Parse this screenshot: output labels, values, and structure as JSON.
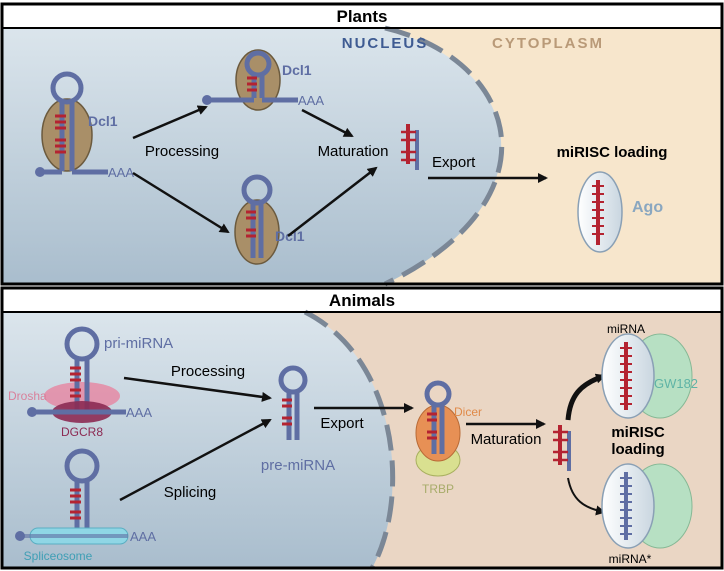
{
  "plants": {
    "title": "Plants",
    "nucleus": "NUCLEUS",
    "cytoplasm": "CYTOPLASM",
    "dcl1": "Dcl1",
    "poly_a": "AAA",
    "processing": "Processing",
    "maturation": "Maturation",
    "export": "Export",
    "mirisc_loading": "miRISC loading",
    "ago": "Ago"
  },
  "animals": {
    "title": "Animals",
    "pri_mirna": "pri-miRNA",
    "drosha": "Drosha",
    "dgcr8": "DGCR8",
    "poly_a": "AAA",
    "spliceosome": "Spliceosome",
    "processing": "Processing",
    "splicing": "Splicing",
    "pre_mirna": "pre-miRNA",
    "export": "Export",
    "dicer": "Dicer",
    "trbp": "TRBP",
    "maturation": "Maturation",
    "mirna": "miRNA",
    "gw182": "GW182",
    "mirisc_line1": "miRISC",
    "mirisc_line2": "loading",
    "mirna_star": "miRNA*"
  },
  "colors": {
    "nucleus": "#c4d3df",
    "cytoplasm_plants": "#f7e6cc",
    "cytoplasm_animals": "#ead6c4",
    "rna_blue": "#5f6ea3",
    "mirna_red": "#b42331",
    "dcl1": "#a98f68",
    "drosha": "#e58aa5",
    "dgcr8": "#8c2a53",
    "spliceosome": "#8fd6e5",
    "dicer": "#e79055",
    "trbp": "#d9e090",
    "ago": "#dce6ee",
    "gw182": "#b7e0c3"
  }
}
